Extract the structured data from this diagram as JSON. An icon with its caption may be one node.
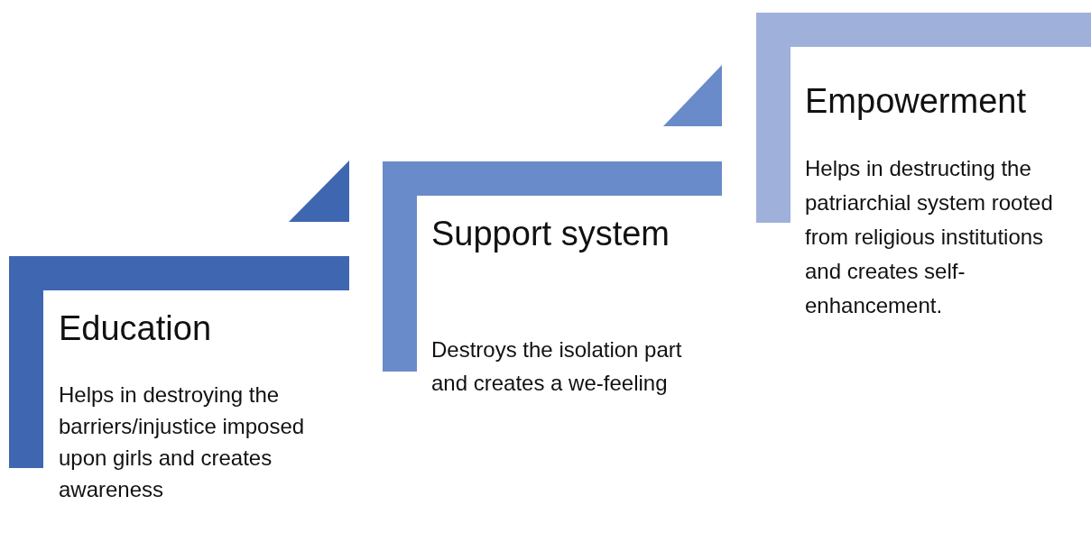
{
  "diagram": {
    "nodes": [
      {
        "text": [
          "Education",
          "Helps in destroying the barriers/injustice imposed upon girls and creates awareness"
        ]
      },
      {
        "text": [
          "Support system",
          "Destroys the isolation part and creates a we-feeling"
        ]
      },
      {
        "text": [
          "Empowerment",
          "Helps in destructing the patriarchial system rooted from religious institutions and creates self-enhancement."
        ]
      }
    ]
  }
}
